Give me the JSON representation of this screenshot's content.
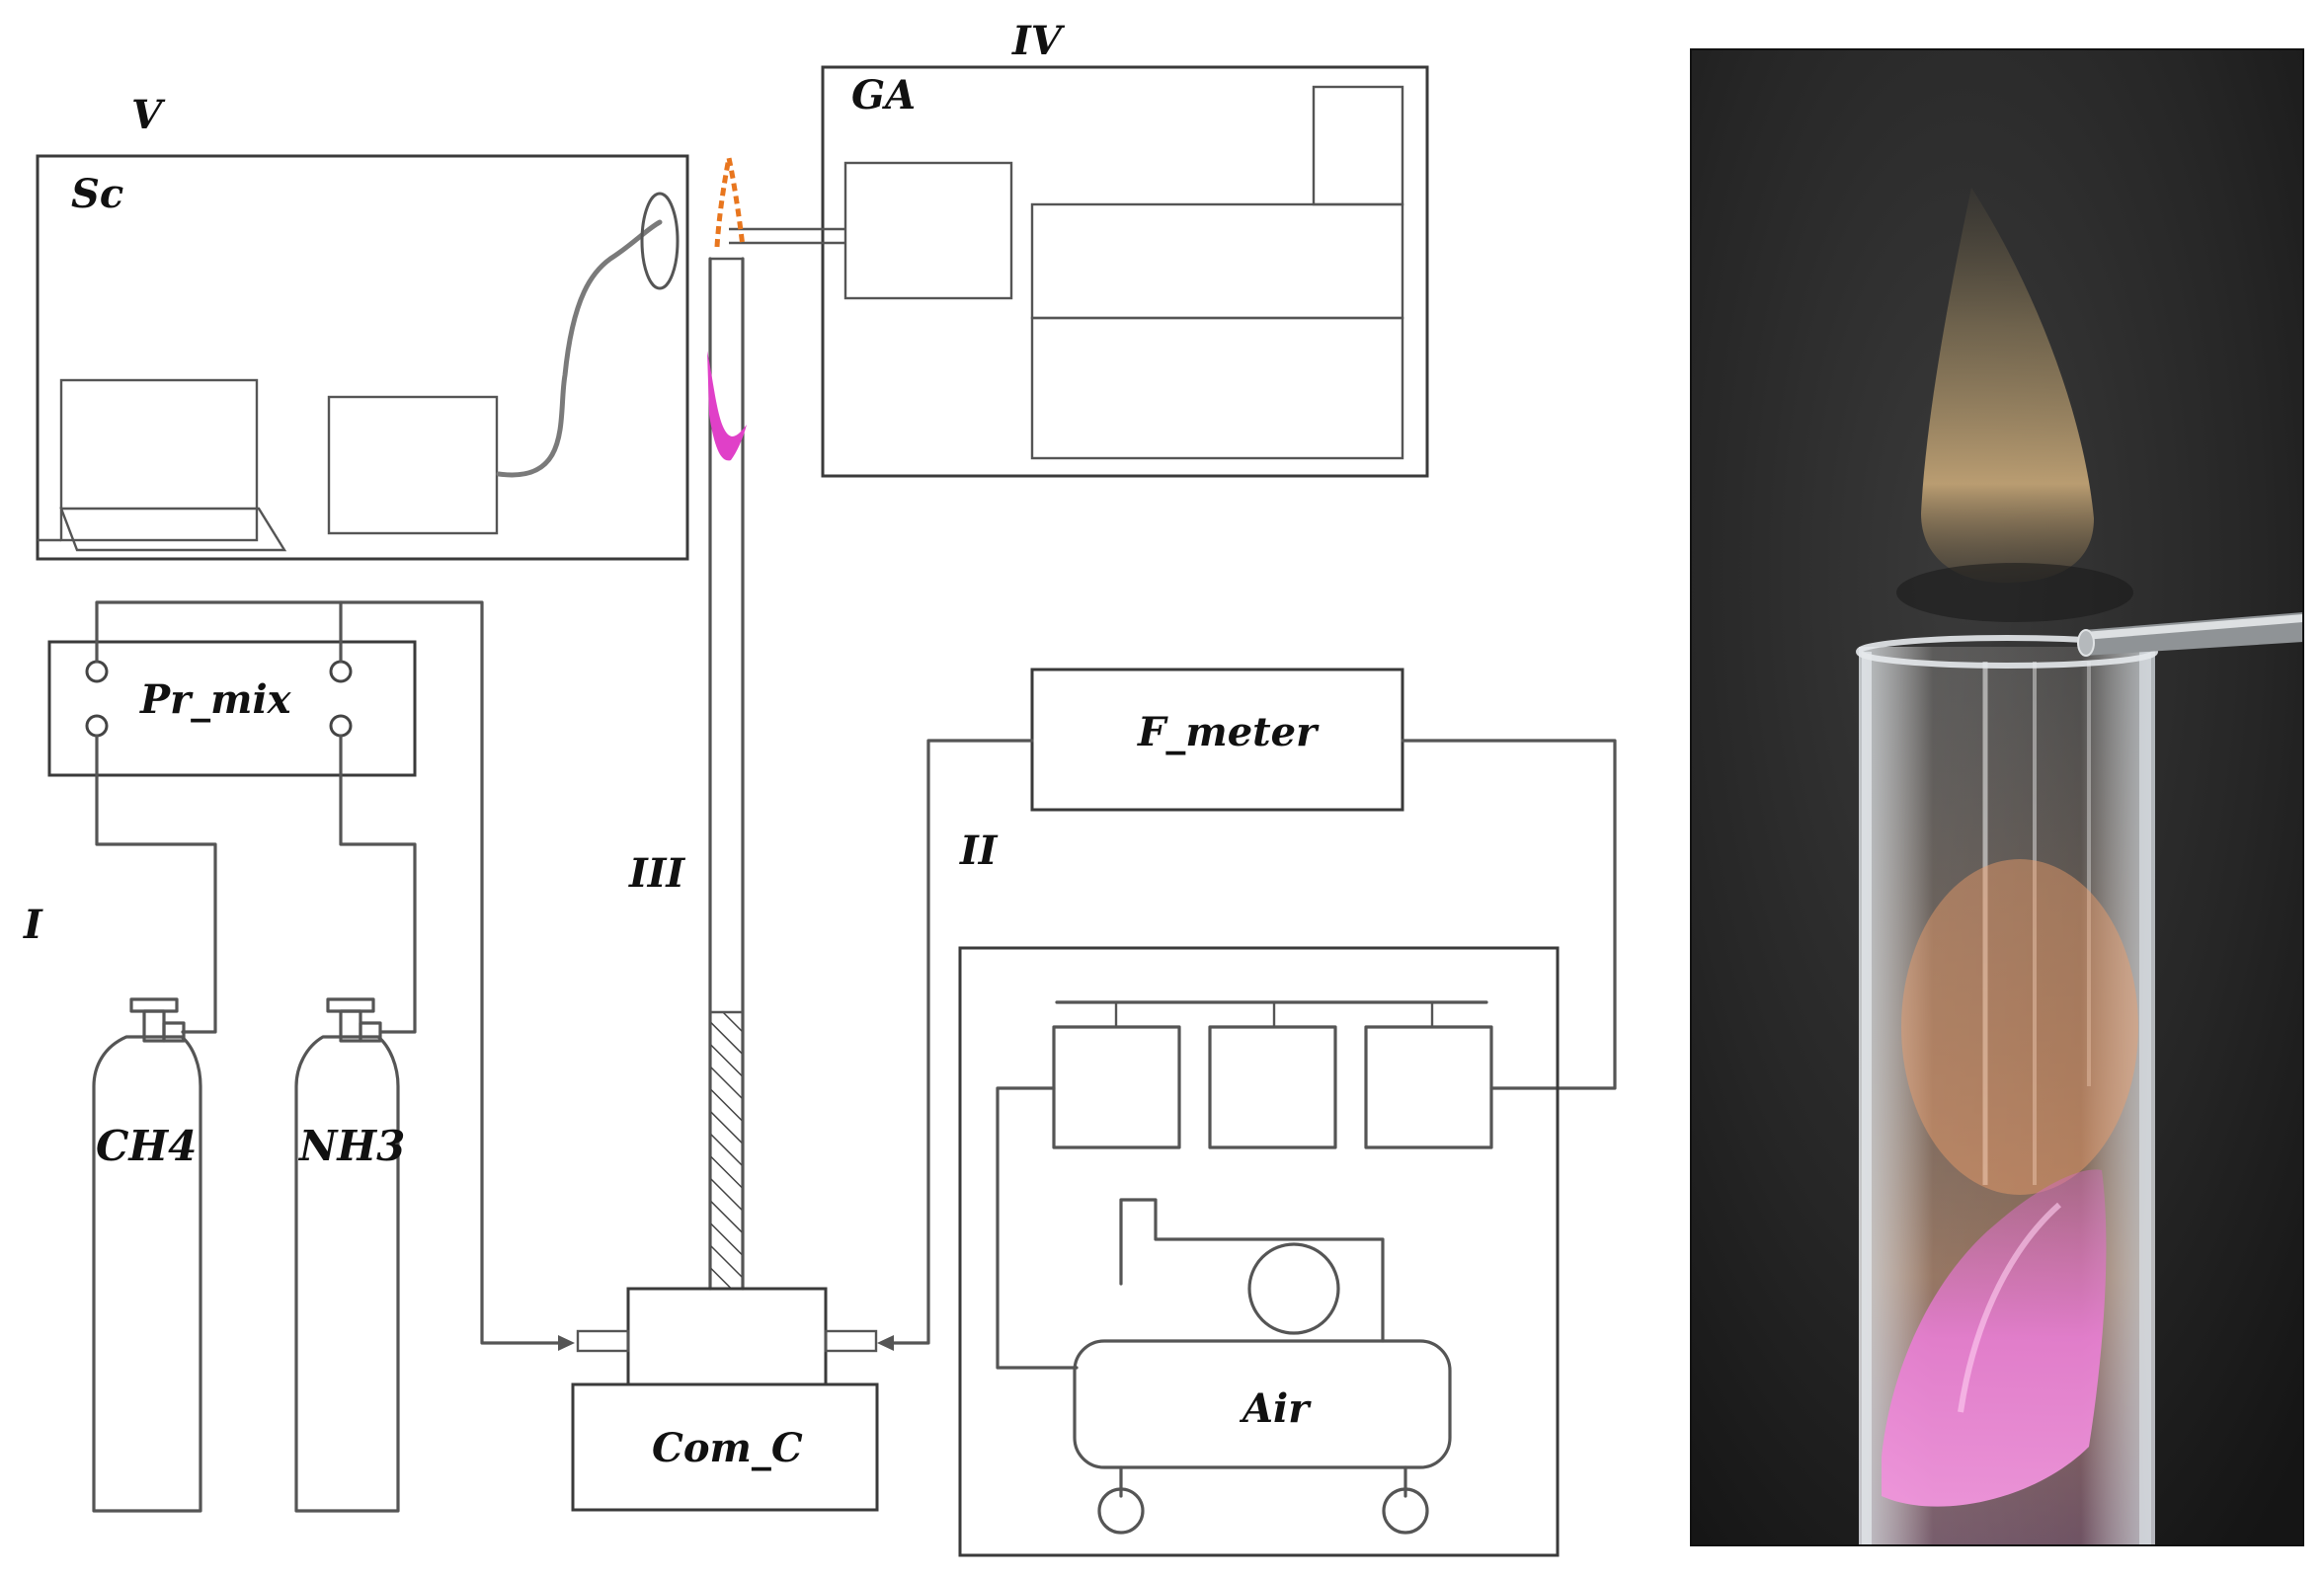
{
  "labels": {
    "section_i": "I",
    "section_ii": "II",
    "section_iii": "III",
    "section_iv": "IV",
    "section_v": "V",
    "spectrometer": "Sc",
    "gas_analyzer": "GA",
    "premixer": "Pr_mix",
    "flow_meter": "F_meter",
    "combustion_chamber": "Com_C",
    "air": "Air",
    "methane": "CH4",
    "ammonia": "NH3"
  },
  "colors": {
    "methane_label": "#c8262c",
    "ammonia_label": "#e8923a",
    "flame_tip": "#e8761e",
    "flame_base": "#e040c8",
    "photo_background": "#1c1c1c"
  }
}
